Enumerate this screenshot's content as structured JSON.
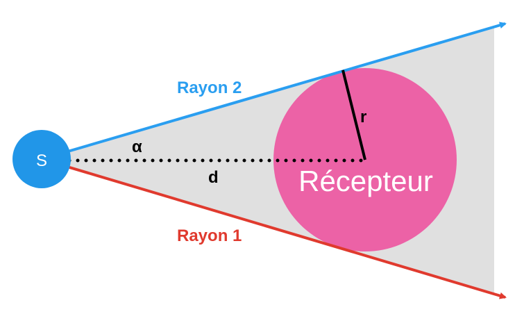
{
  "colors": {
    "cone_fill": "#e0e0e0",
    "source": "#2196e8",
    "ray2": "#2a9ef0",
    "ray1": "#e03a2e",
    "receiver": "#ec62a6",
    "text_dark": "#000000",
    "text_white": "#ffffff"
  },
  "labels": {
    "source": "S",
    "ray2": "Rayon 2",
    "ray1": "Rayon 1",
    "alpha": "α",
    "distance": "d",
    "radius": "r",
    "receiver": "Récepteur"
  }
}
